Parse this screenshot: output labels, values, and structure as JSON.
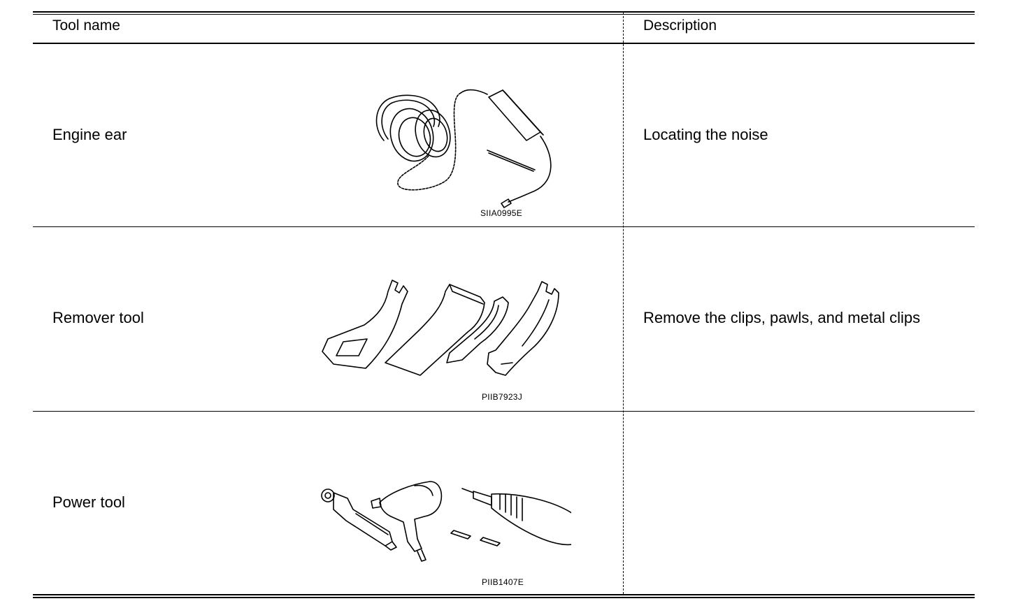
{
  "header": {
    "tool_name": "Tool name",
    "description": "Description"
  },
  "rows": [
    {
      "tool_name": "Engine ear",
      "description": "Locating the noise",
      "figure_code": "SIIA0995E",
      "figure_icon": "engine-ear-icon"
    },
    {
      "tool_name": "Remover tool",
      "description": "Remove the clips, pawls, and metal clips",
      "figure_code": "PIIB7923J",
      "figure_icon": "remover-tool-icon"
    },
    {
      "tool_name": "Power tool",
      "description": "",
      "figure_code": "PIIB1407E",
      "figure_icon": "power-tool-icon"
    }
  ],
  "colors": {
    "ink": "#000000",
    "paper": "#ffffff"
  }
}
